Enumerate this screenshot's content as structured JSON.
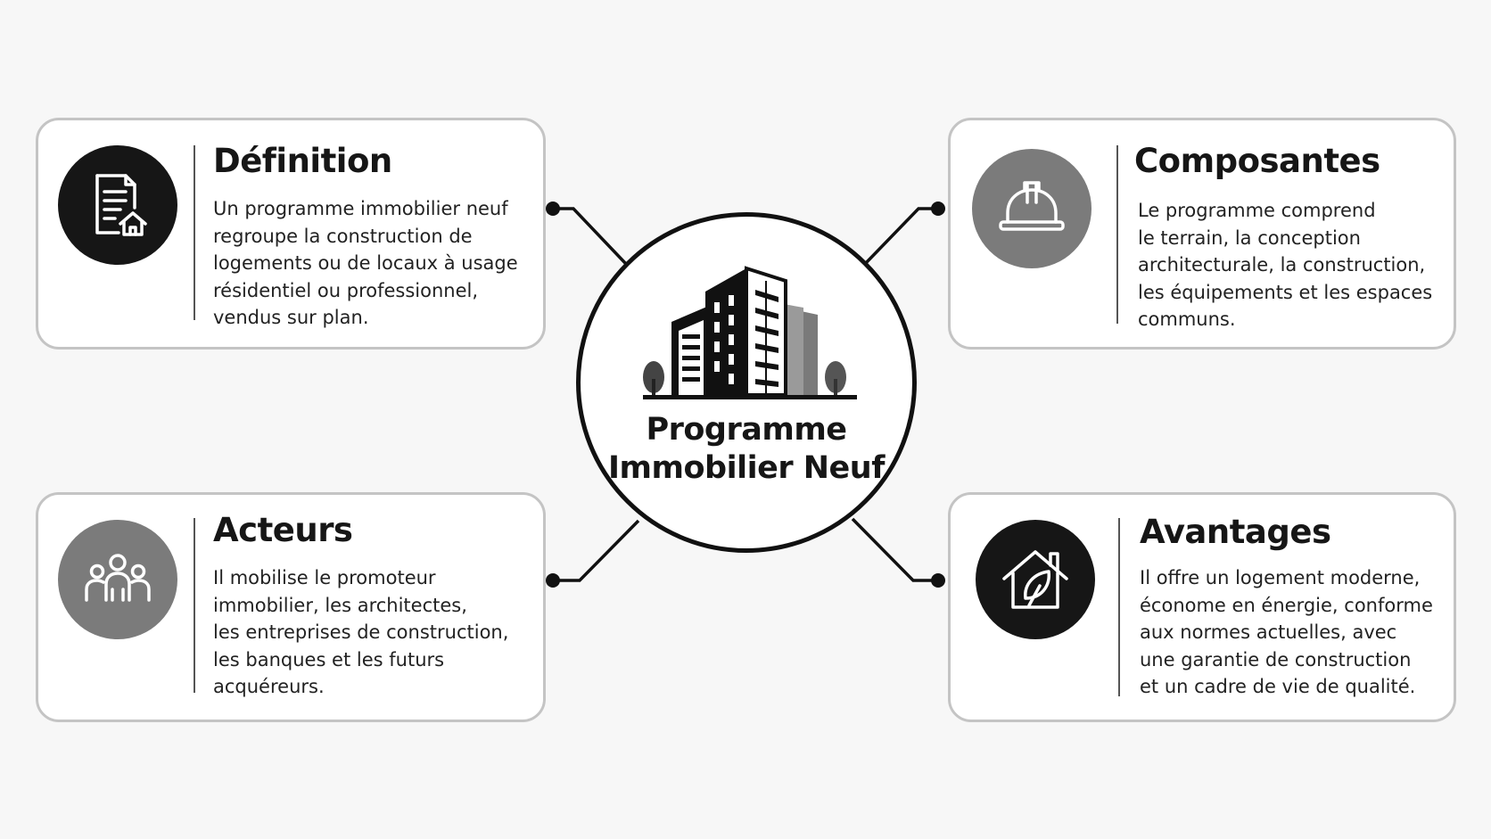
{
  "center": {
    "title_line1": "Programme",
    "title_line2": "Immobilier Neuf",
    "icon": "building-icon"
  },
  "cards": {
    "definition": {
      "title": "Définition",
      "icon": "document-house-icon",
      "lines": [
        "Un programme immobilier neuf",
        "regroupe la construction de",
        "logements ou de locaux à usage",
        "résidentiel ou professionnel,",
        "vendus sur plan."
      ]
    },
    "composantes": {
      "title": "Composantes",
      "icon": "hard-hat-icon",
      "lines": [
        "Le programme comprend",
        "le terrain, la conception",
        "architecturale, la construction,",
        "les équipements et les espaces",
        "communs."
      ]
    },
    "acteurs": {
      "title": "Acteurs",
      "icon": "people-group-icon",
      "lines": [
        "Il mobilise le promoteur",
        "immobilier, les architectes,",
        "les entreprises de construction,",
        "les banques et les futurs",
        "acquéreurs."
      ]
    },
    "avantages": {
      "title": "Avantages",
      "icon": "eco-house-icon",
      "lines": [
        "Il offre un logement moderne,",
        "économe en énergie, conforme",
        "aux normes actuelles, avec",
        "une garantie de construction",
        "et un cadre de vie de qualité."
      ]
    }
  },
  "colors": {
    "dark": "#161616",
    "grey": "#7b7b7b",
    "border": "#c4c4c4",
    "background": "#f7f7f7"
  }
}
